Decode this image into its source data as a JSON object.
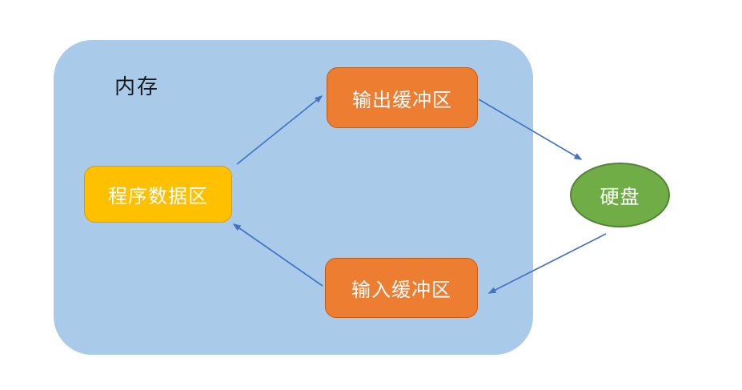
{
  "diagram": {
    "container": {
      "label": "内存",
      "fill": "#A9CBE9"
    },
    "nodes": [
      {
        "id": "output-buffer",
        "label": "输出缓冲区",
        "shape": "rounded-rectangle",
        "fill": "#ED7D31",
        "border": "#C55A11",
        "text_color": "#FFFFFF"
      },
      {
        "id": "program-data-area",
        "label": "程序数据区",
        "shape": "rounded-rectangle",
        "fill": "#FFC000",
        "border": "#DA9E00",
        "text_color": "#FFFFFF"
      },
      {
        "id": "input-buffer",
        "label": "输入缓冲区",
        "shape": "rounded-rectangle",
        "fill": "#ED7D31",
        "border": "#C55A11",
        "text_color": "#FFFFFF"
      },
      {
        "id": "hard-disk",
        "label": "硬盘",
        "shape": "ellipse",
        "fill": "#70AD47",
        "border": "#548235",
        "text_color": "#FFFFFF"
      }
    ],
    "edges": [
      {
        "from": "program-data-area",
        "to": "output-buffer",
        "color": "#4472C4"
      },
      {
        "from": "output-buffer",
        "to": "hard-disk",
        "color": "#4472C4"
      },
      {
        "from": "hard-disk",
        "to": "input-buffer",
        "color": "#4472C4"
      },
      {
        "from": "input-buffer",
        "to": "program-data-area",
        "color": "#4472C4"
      }
    ]
  }
}
